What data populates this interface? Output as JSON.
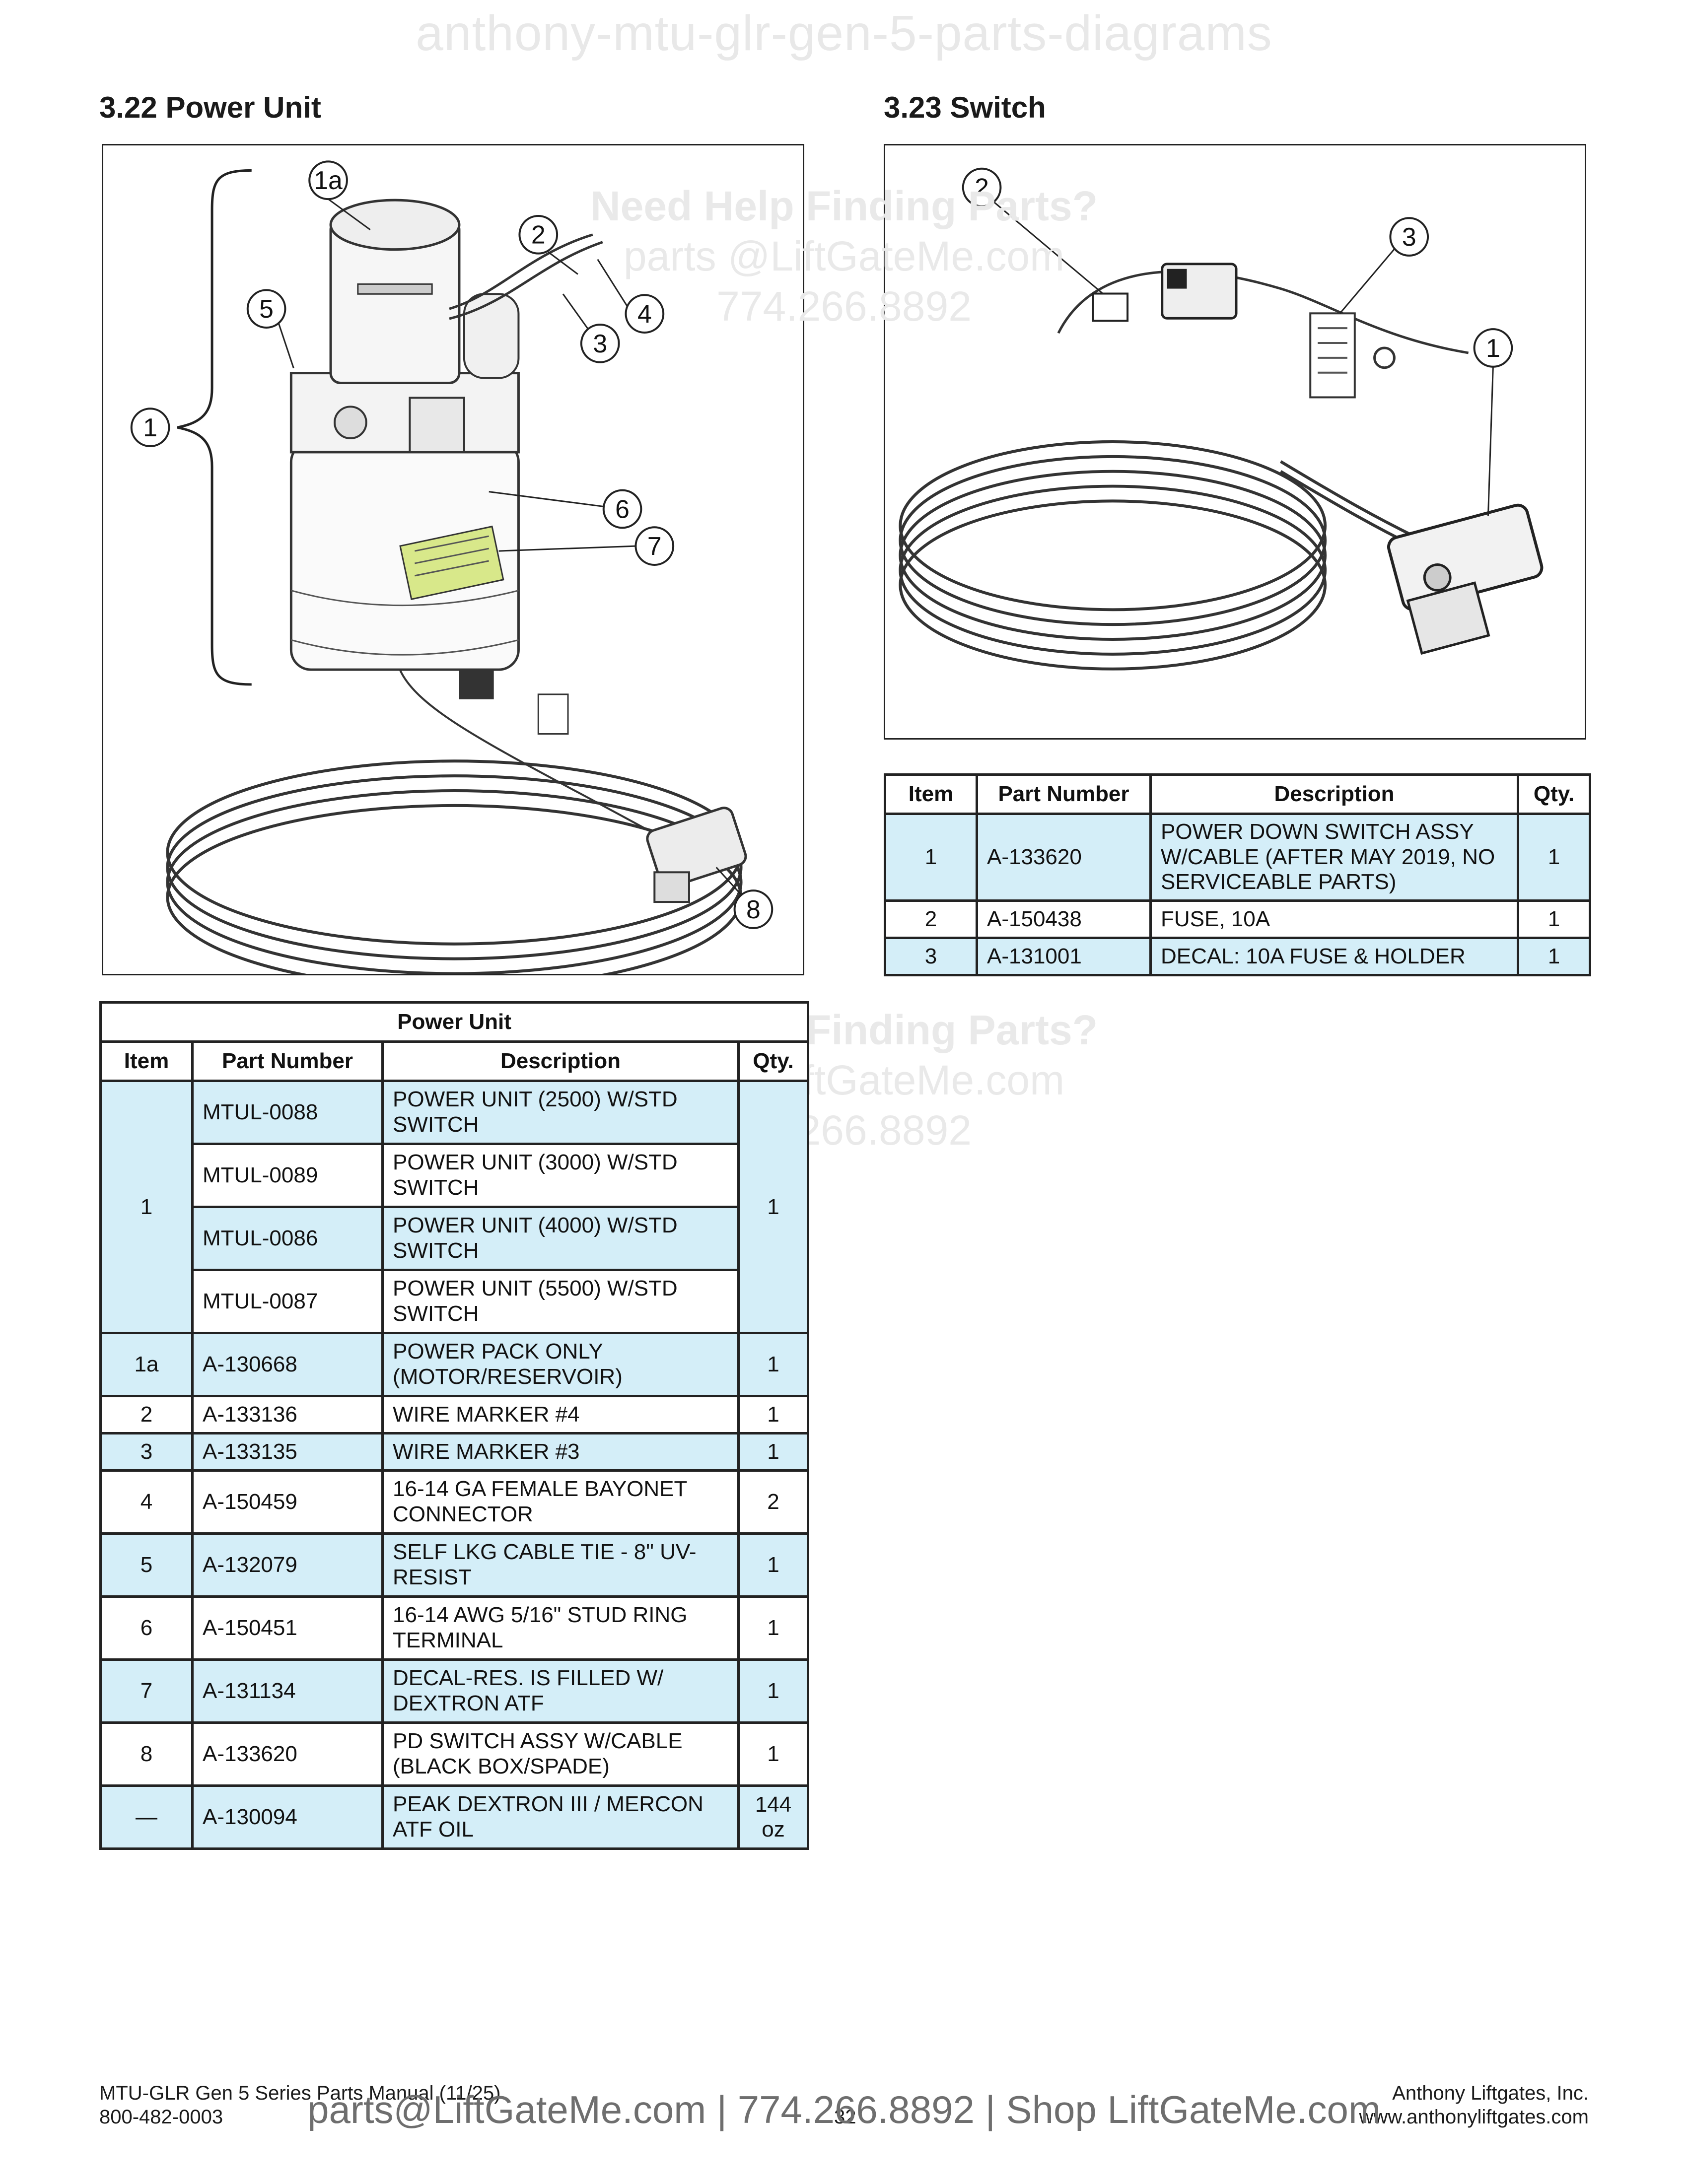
{
  "watermark_top": "anthony-mtu-glr-gen-5-parts-diagrams",
  "help_watermark": {
    "line1": "Need Help Finding Parts?",
    "line2": "parts @LiftGateMe.com",
    "line3": "774.266.8892"
  },
  "power_unit": {
    "section_title": "3.22  Power Unit",
    "callouts": [
      "1a",
      "2",
      "3",
      "4",
      "5",
      "1",
      "6",
      "7",
      "8"
    ],
    "table": {
      "caption": "Power Unit",
      "headers": [
        "Item",
        "Part Number",
        "Description",
        "Qty."
      ],
      "group_item": "1",
      "group_qty": "1",
      "group_rows": [
        {
          "part": "MTUL-0088",
          "desc": "POWER UNIT (2500) W/STD SWITCH"
        },
        {
          "part": "MTUL-0089",
          "desc": "POWER UNIT (3000) W/STD SWITCH"
        },
        {
          "part": "MTUL-0086",
          "desc": "POWER UNIT (4000) W/STD SWITCH"
        },
        {
          "part": "MTUL-0087",
          "desc": "POWER UNIT (5500) W/STD SWITCH"
        }
      ],
      "rows": [
        {
          "item": "1a",
          "part": "A-130668",
          "desc": "POWER PACK ONLY (MOTOR/RESERVOIR)",
          "qty": "1"
        },
        {
          "item": "2",
          "part": "A-133136",
          "desc": "WIRE MARKER #4",
          "qty": "1"
        },
        {
          "item": "3",
          "part": "A-133135",
          "desc": "WIRE MARKER #3",
          "qty": "1"
        },
        {
          "item": "4",
          "part": "A-150459",
          "desc": "16-14 GA FEMALE BAYONET CONNECTOR",
          "qty": "2"
        },
        {
          "item": "5",
          "part": "A-132079",
          "desc": "SELF LKG CABLE TIE - 8\" UV-RESIST",
          "qty": "1"
        },
        {
          "item": "6",
          "part": "A-150451",
          "desc": "16-14 AWG 5/16\" STUD RING TERMINAL",
          "qty": "1"
        },
        {
          "item": "7",
          "part": "A-131134",
          "desc": "DECAL-RES. IS FILLED W/ DEXTRON ATF",
          "qty": "1"
        },
        {
          "item": "8",
          "part": "A-133620",
          "desc": "PD SWITCH ASSY W/CABLE (BLACK BOX/SPADE)",
          "qty": "1"
        },
        {
          "item": "—",
          "part": "A-130094",
          "desc": "PEAK DEXTRON III / MERCON ATF OIL",
          "qty": "144 oz"
        }
      ]
    }
  },
  "switch": {
    "section_title": "3.23  Switch",
    "callouts": [
      "2",
      "3",
      "1"
    ],
    "table": {
      "headers": [
        "Item",
        "Part Number",
        "Description",
        "Qty."
      ],
      "rows": [
        {
          "item": "1",
          "part": "A-133620",
          "desc": "POWER DOWN SWITCH ASSY W/CABLE (AFTER MAY 2019, NO SERVICEABLE PARTS)",
          "qty": "1"
        },
        {
          "item": "2",
          "part": "A-150438",
          "desc": "FUSE, 10A",
          "qty": "1"
        },
        {
          "item": "3",
          "part": "A-131001",
          "desc": "DECAL: 10A FUSE & HOLDER",
          "qty": "1"
        }
      ]
    }
  },
  "footer": {
    "manual": "MTU-GLR Gen 5 Series Parts Manual (11/25)",
    "phone": "800-482-0003",
    "page": "32",
    "company": "Anthony Liftgates, Inc.",
    "website": "www.anthonyliftgates.com",
    "contact_line": "parts@LiftGateMe.com | 774.266.8892 | Shop LiftGateMe.com"
  }
}
